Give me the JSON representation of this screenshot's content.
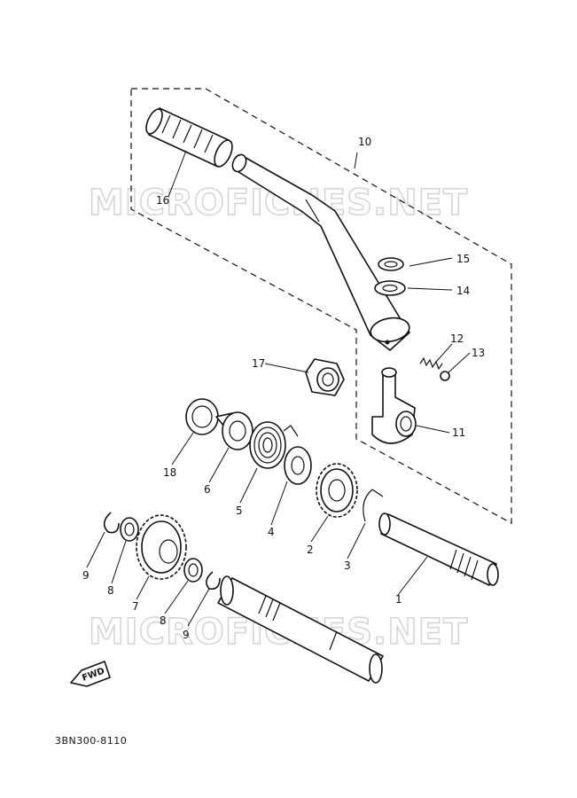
{
  "watermark": {
    "top_text": "MICROFICHES.NET",
    "bottom_text": "MICROFICHES.NET"
  },
  "arrow_label": "FWD",
  "drawing_code": "3BN300-8110",
  "callouts": {
    "c1": "1",
    "c2": "2",
    "c3": "3",
    "c4": "4",
    "c5": "5",
    "c6": "6",
    "c7": "7",
    "c8a": "8",
    "c8b": "8",
    "c9a": "9",
    "c9b": "9",
    "c10": "10",
    "c11": "11",
    "c12": "12",
    "c13": "13",
    "c14": "14",
    "c15": "15",
    "c16": "16",
    "c17": "17",
    "c18": "18"
  }
}
